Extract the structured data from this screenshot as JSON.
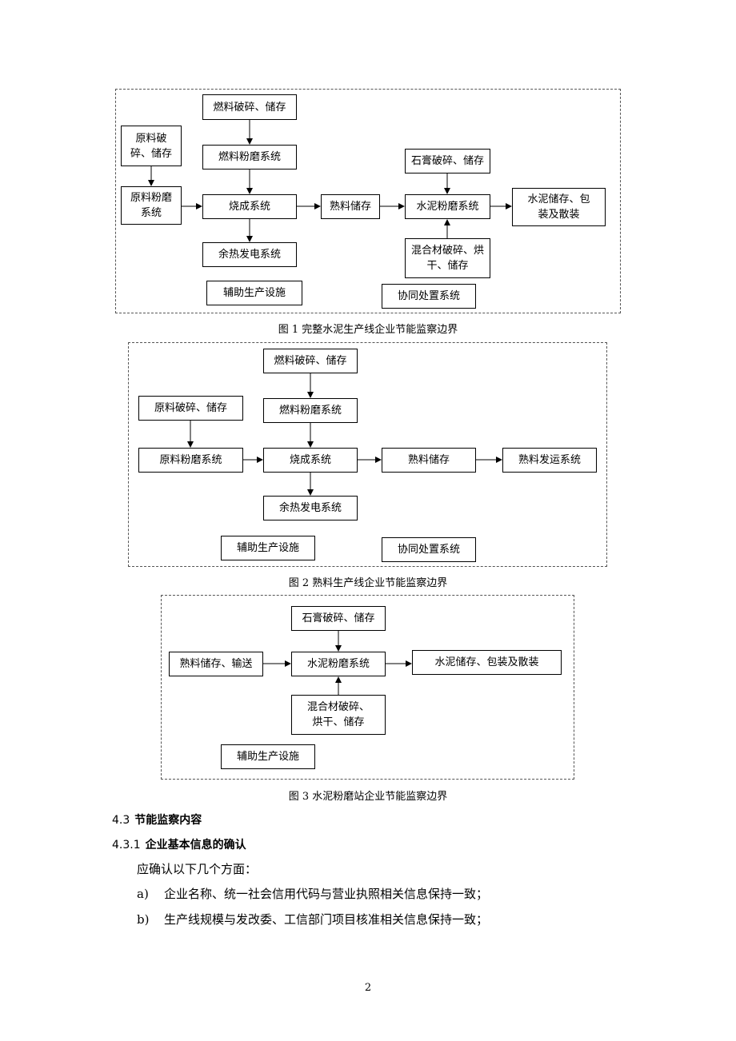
{
  "figure1": {
    "caption": "图 1  完整水泥生产线企业节能监察边界",
    "raw_crush": "原料破\n碎、储存",
    "fuel_crush": "燃料破碎、储存",
    "fuel_mill": "燃料粉磨系统",
    "raw_mill": "原料粉磨\n系统",
    "kiln": "烧成系统",
    "clinker_storage": "熟料储存",
    "cement_mill": "水泥粉磨系统",
    "cement_storage": "水泥储存、包\n装及散装",
    "gypsum": "石膏破碎、储存",
    "waste_heat": "余热发电系统",
    "mixed_material": "混合材破碎、烘\n干、储存",
    "auxiliary": "辅助生产设施",
    "coprocess": "协同处置系统"
  },
  "figure2": {
    "caption": "图 2  熟料生产线企业节能监察边界",
    "raw_crush": "原料破碎、储存",
    "fuel_crush": "燃料破碎、储存",
    "fuel_mill": "燃料粉磨系统",
    "raw_mill": "原料粉磨系统",
    "kiln": "烧成系统",
    "clinker_storage": "熟料储存",
    "clinker_dispatch": "熟料发运系统",
    "waste_heat": "余热发电系统",
    "auxiliary": "辅助生产设施",
    "coprocess": "协同处置系统"
  },
  "figure3": {
    "caption": "图 3  水泥粉磨站企业节能监察边界",
    "gypsum": "石膏破碎、储存",
    "clinker_storage": "熟料储存、输送",
    "cement_mill": "水泥粉磨系统",
    "cement_storage": "水泥储存、包装及散装",
    "mixed_material": "混合材破碎、\n烘干、储存",
    "auxiliary": "辅助生产设施"
  },
  "section": {
    "h1_num": "4.3",
    "h1_title": "节能监察内容",
    "h2_num": "4.3.1",
    "h2_title": "企业基本信息的确认",
    "intro": "应确认以下几个方面：",
    "items": [
      {
        "label": "a)",
        "text": "企业名称、统一社会信用代码与营业执照相关信息保持一致；"
      },
      {
        "label": "b)",
        "text": "生产线规模与发改委、工信部门项目核准相关信息保持一致；"
      }
    ]
  },
  "page_number": "2"
}
